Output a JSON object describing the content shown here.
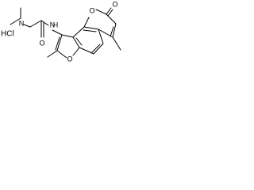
{
  "molecule": {
    "salt_label": "HCl",
    "atoms": {
      "nitrogen_amine": "N",
      "nitrogen_amide": "N",
      "hydrogen_amide": "H",
      "oxygen_amide": "O",
      "oxygen_furan": "O",
      "oxygen_lactone_ring": "O",
      "oxygen_carbonyl": "O"
    }
  }
}
